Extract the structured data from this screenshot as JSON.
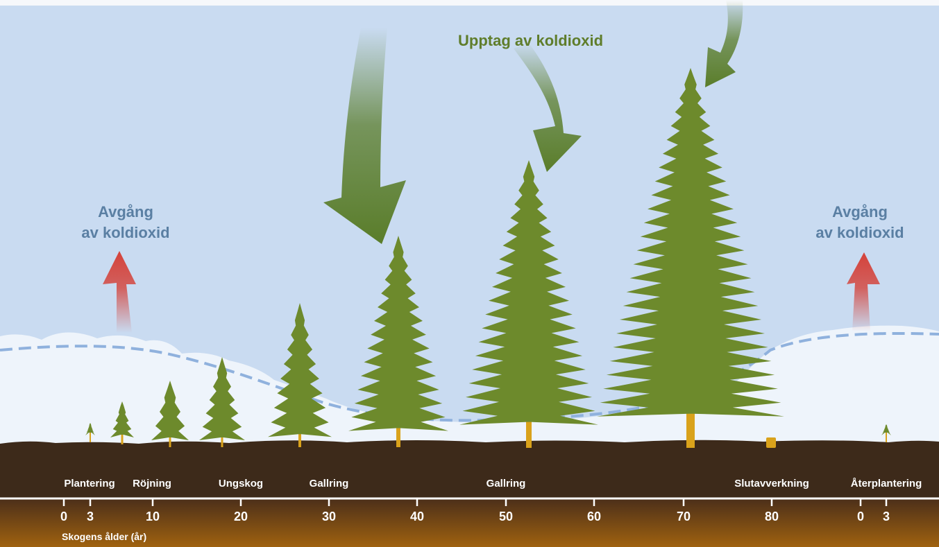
{
  "labels": {
    "uptake": "Upptag av koldioxid",
    "release_left_line1": "Avgång",
    "release_left_line2": "av koldioxid",
    "release_right_line1": "Avgång",
    "release_right_line2": "av koldioxid"
  },
  "stages": [
    "Plantering",
    "Röjning",
    "Ungskog",
    "Gallring",
    "Gallring",
    "Slutavverkning",
    "Återplantering"
  ],
  "axis": {
    "title": "Skogens ålder (år)",
    "ticks": [
      "0",
      "3",
      "10",
      "20",
      "30",
      "40",
      "50",
      "60",
      "70",
      "80",
      "0",
      "3"
    ]
  },
  "colors": {
    "sky": "#c9dbf1",
    "cloud": "#eef4fb",
    "tree": "#6d8a2c",
    "trunk": "#d9a21b",
    "soil": "#3d2a1a",
    "axis_band_top": "#4a2e1a",
    "axis_band_bottom": "#a0620f",
    "uptake_arrow": "#5a7d2a",
    "release_arrow": "#d4423a",
    "dashed_line": "#8fb1dd"
  }
}
